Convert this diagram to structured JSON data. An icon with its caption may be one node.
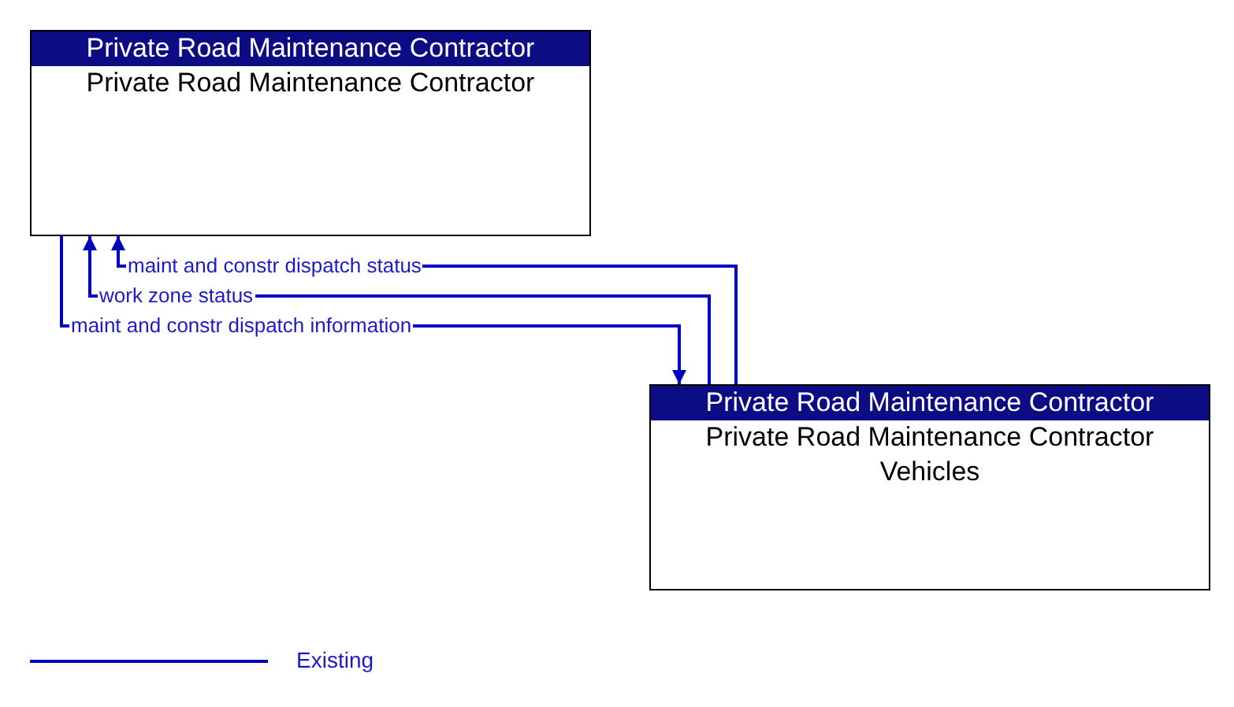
{
  "diagram": {
    "nodes": [
      {
        "text": [
          "Private Road Maintenance Contractor",
          "Private Road Maintenance Contractor"
        ]
      },
      {
        "text": [
          "Private Road Maintenance Contractor",
          "Private Road Maintenance Contractor Vehicles"
        ]
      }
    ],
    "edges": [
      {
        "from": 1,
        "to": 0,
        "arrow": "to",
        "label": "maint and constr dispatch status"
      },
      {
        "from": 1,
        "to": 0,
        "arrow": "to",
        "label": "work zone status"
      },
      {
        "from": 0,
        "to": 1,
        "arrow": "to",
        "label": "maint and constr dispatch information"
      }
    ],
    "legend": [
      {
        "text": "Existing"
      }
    ]
  }
}
